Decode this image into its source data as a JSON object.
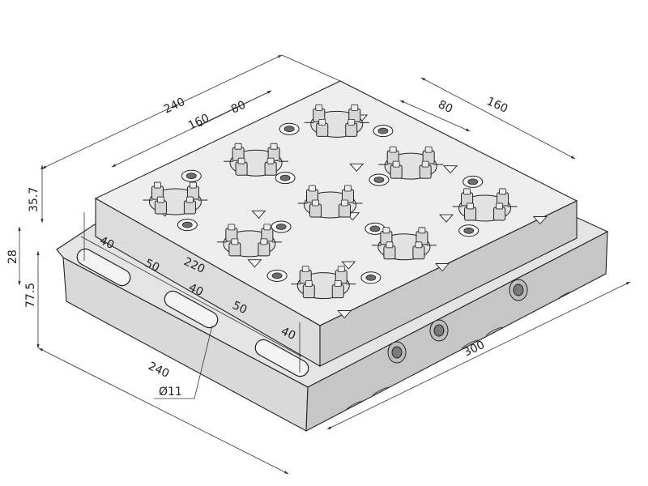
{
  "drawing": {
    "title": "",
    "colors": {
      "face_top": "#e9e9e9",
      "face_side": "#cfcfcf",
      "face_front": "#dcdcdc",
      "chuck": "#d6d6d6",
      "hole_dark": "#6e6e6e",
      "edge": "#222222",
      "dimension": "#333333"
    },
    "dimensions": {
      "top_width": "240",
      "top_pitch_160_left": "160",
      "top_pitch_80_left": "80",
      "top_pitch_80_right": "80",
      "top_depth_right": "160",
      "height_35_7": "35.7",
      "height_28": "28",
      "height_77_5": "77.5",
      "slot_40_a": "40",
      "slot_50_a": "50",
      "slot_220": "220",
      "slot_40_b": "40",
      "slot_50_b": "50",
      "slot_40_c": "40",
      "base_width": "240",
      "base_length": "300",
      "hole_diameter": "Ø11"
    },
    "chuck_label": "chuck-icon",
    "pin_label": "pin-icon"
  }
}
